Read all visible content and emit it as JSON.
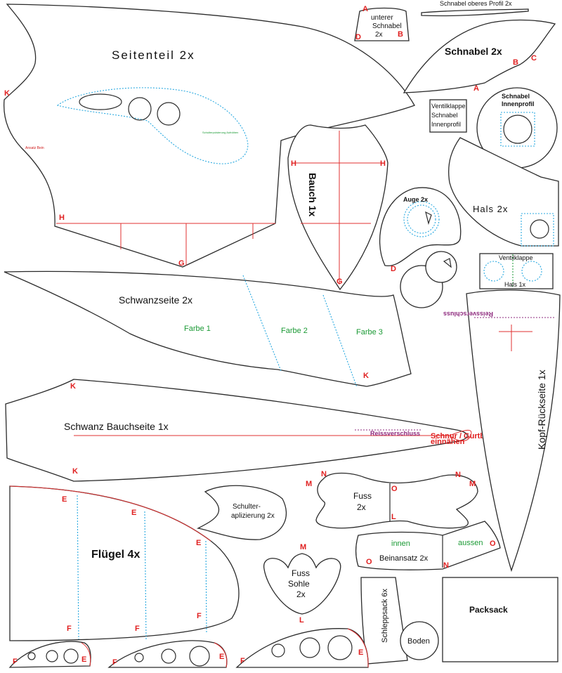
{
  "pieces": {
    "seitenteil": {
      "title": "Seitenteil 2x",
      "marker_k": "K",
      "marker_h": "H",
      "marker_g": "G",
      "note_ansatz": "Ansatz Bein",
      "note_schulter": "Schulterpolsterung Aufnähen"
    },
    "unterer_schnabel": {
      "title": "unterer Schnabel 2x",
      "line1": "unterer",
      "line2": "Schnabel",
      "line3": "2x",
      "marker_a": "A",
      "marker_b": "B",
      "marker_d": "D"
    },
    "schnabel_profil": {
      "title": "Schnabel oberes Profil 2x"
    },
    "schnabel": {
      "title": "Schnabel 2x",
      "marker_a": "A",
      "marker_b": "B",
      "marker_c": "C"
    },
    "ventilklappe_schnabel": {
      "line1": "Ventilklappe",
      "line2": "Schnabel",
      "line3": "Innenprofil"
    },
    "schnabel_innenprofil": {
      "line1": "Schnabel",
      "line2": "Innenprofil"
    },
    "bauch": {
      "title": "Bauch 1x",
      "marker_h": "H",
      "marker_g": "G"
    },
    "auge": {
      "title": "Auge 2x",
      "marker_d": "D"
    },
    "hals": {
      "title": "Hals 2x"
    },
    "ventilklappe_hals": {
      "line1": "Ventilklappe",
      "line2": "Hals 1x"
    },
    "schwanzseite": {
      "title": "Schwanzseite 2x",
      "farbe1": "Farbe 1",
      "farbe2": "Farbe 2",
      "farbe3": "Farbe 3",
      "marker_k": "K"
    },
    "schwanz_bauchseite": {
      "title": "Schwanz Bauchseite 1x",
      "marker_k1": "K",
      "marker_k2": "K",
      "reiss": "Reissverschluss",
      "schnur1": "Schnur / Gurtband",
      "schnur2": "einnähen"
    },
    "kopf_rueckseite": {
      "title": "Kopf-Rückseite 1x",
      "reiss": "Reissverschluss"
    },
    "fluegel": {
      "title": "Flügel 4x",
      "marker_e": "E",
      "marker_f": "F"
    },
    "schulter": {
      "line1": "Schulter-",
      "line2": "aplizierung 2x"
    },
    "fuss": {
      "line1": "Fuss",
      "line2": "2x",
      "marker_n": "N",
      "marker_m": "M",
      "marker_o": "O",
      "marker_l": "L"
    },
    "beinansatz": {
      "title": "Beinansatz 2x",
      "innen": "innen",
      "aussen": "aussen",
      "marker_o": "O",
      "marker_n": "N"
    },
    "fuss_sohle": {
      "line1": "Fuss",
      "line2": "Sohle",
      "line3": "2x",
      "marker_m": "M",
      "marker_l": "L"
    },
    "schleppsack": {
      "title": "Schleppsack 6x"
    },
    "boden": {
      "title": "Boden"
    },
    "packsack": {
      "title": "Packsack"
    },
    "wing_tips": {
      "marker_f": "F",
      "marker_e": "E"
    }
  }
}
